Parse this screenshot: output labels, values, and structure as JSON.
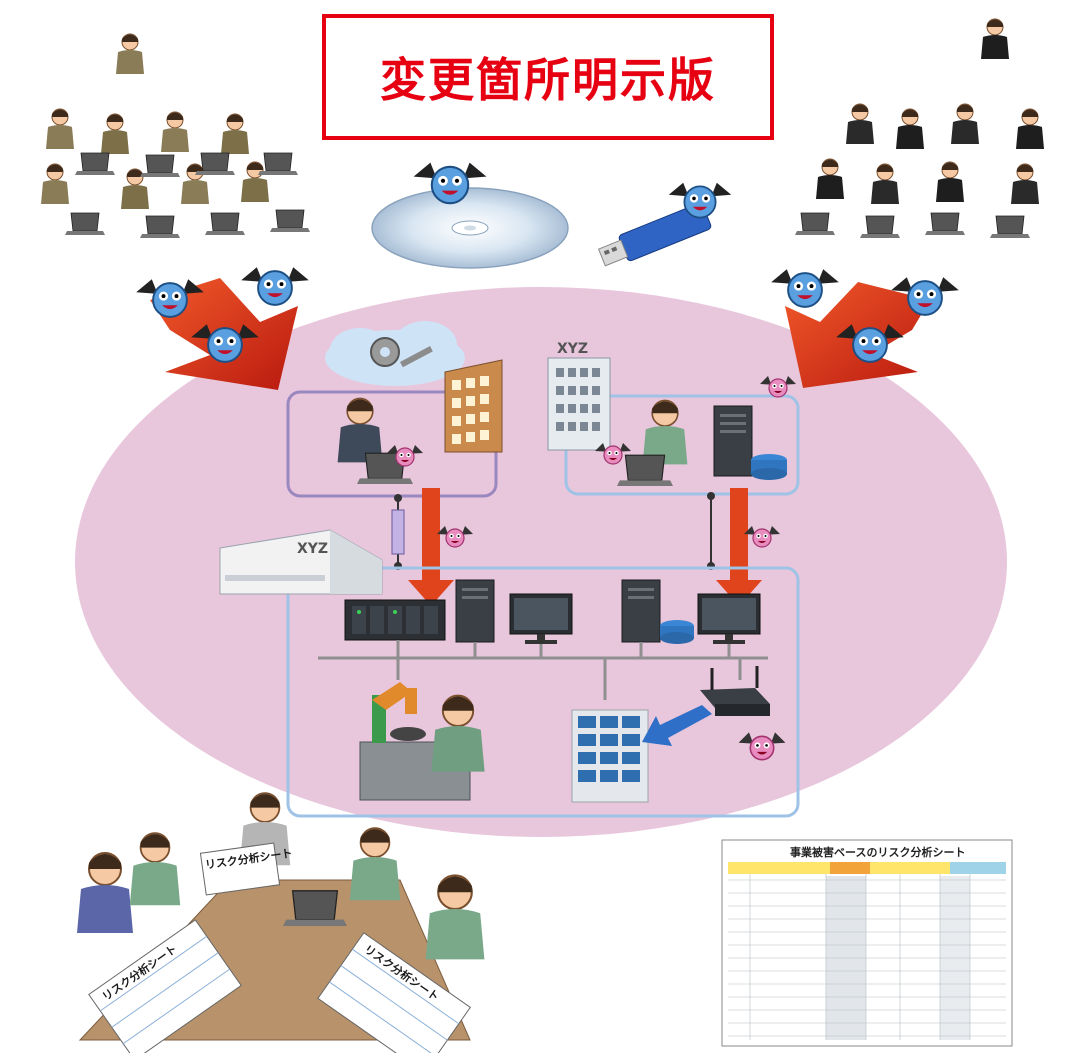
{
  "title": "変更箇所明示版",
  "buildings": {
    "office_label": "XYZ",
    "factory_label": "XYZ"
  },
  "risk_sheet": {
    "label_small": "リスク分析シート",
    "label_table1": "リスク分析シート",
    "label_table2": "リスク分析シート",
    "document_title": "事業被害ベースのリスク分析シート"
  },
  "colors": {
    "title_red": "#e60012",
    "ellipse_pink": "#e8c6dc",
    "network_lavender": "#9b87c0",
    "network_blue": "#9ec3e6",
    "attack_arrow_red": "#e0441c",
    "bat_virus_blue": "#5aa0e0",
    "bat_virus_pink": "#e88cc0"
  },
  "icons": [
    "attacker-group-military-icon",
    "attacker-group-suits-icon",
    "cd-disc-icon",
    "usb-stick-icon",
    "bat-virus-icon",
    "cloud-gear-wrench-icon",
    "office-building-icon",
    "server-tower-icon",
    "monitor-icon",
    "plc-controller-icon",
    "robot-arm-icon",
    "warehouse-rack-icon",
    "router-icon",
    "worker-icon",
    "meeting-table-icon",
    "risk-sheet-document-icon"
  ]
}
